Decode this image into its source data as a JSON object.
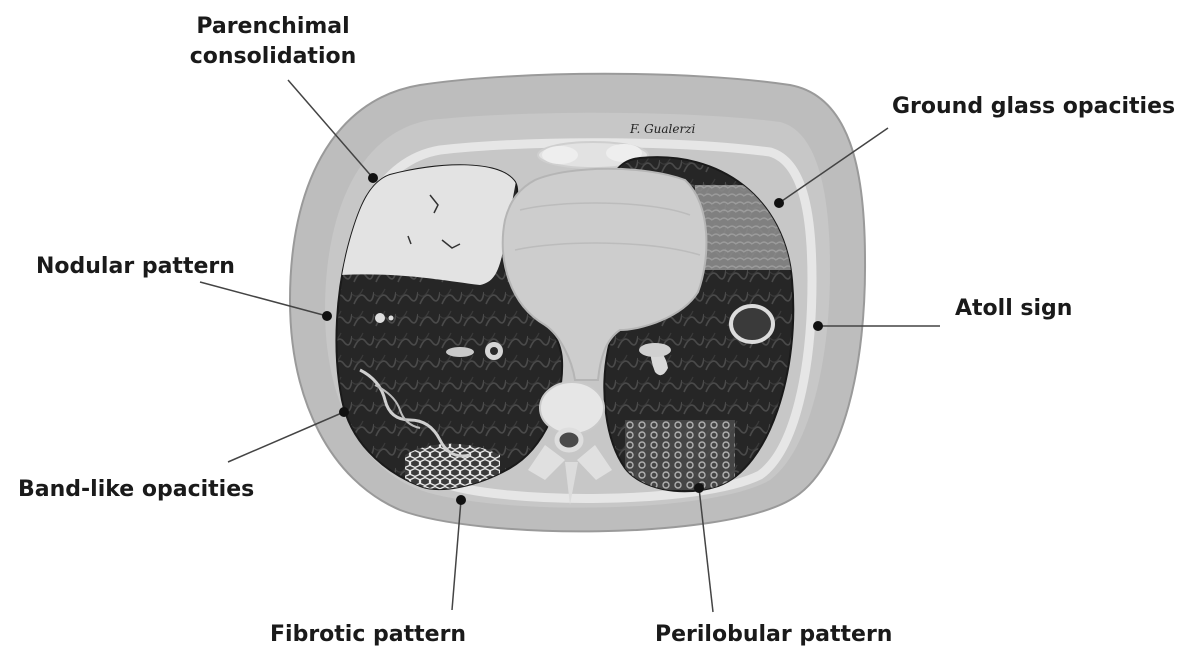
{
  "labels": {
    "parenchimal_line1": "Parenchimal",
    "parenchimal_line2": "consolidation",
    "ground_glass": "Ground glass opacities",
    "nodular": "Nodular pattern",
    "atoll": "Atoll sign",
    "band_like": "Band-like opacities",
    "fibrotic": "Fibrotic pattern",
    "perilobular": "Perilobular pattern"
  },
  "signature": "F. Gualerzi",
  "colors": {
    "text": "#1a1a1a",
    "leader": "#444444",
    "body_outer": "#b9b9b9",
    "lung": "#262626",
    "mediastinum": "#cdcdcd",
    "bone": "#e4e4e4"
  }
}
